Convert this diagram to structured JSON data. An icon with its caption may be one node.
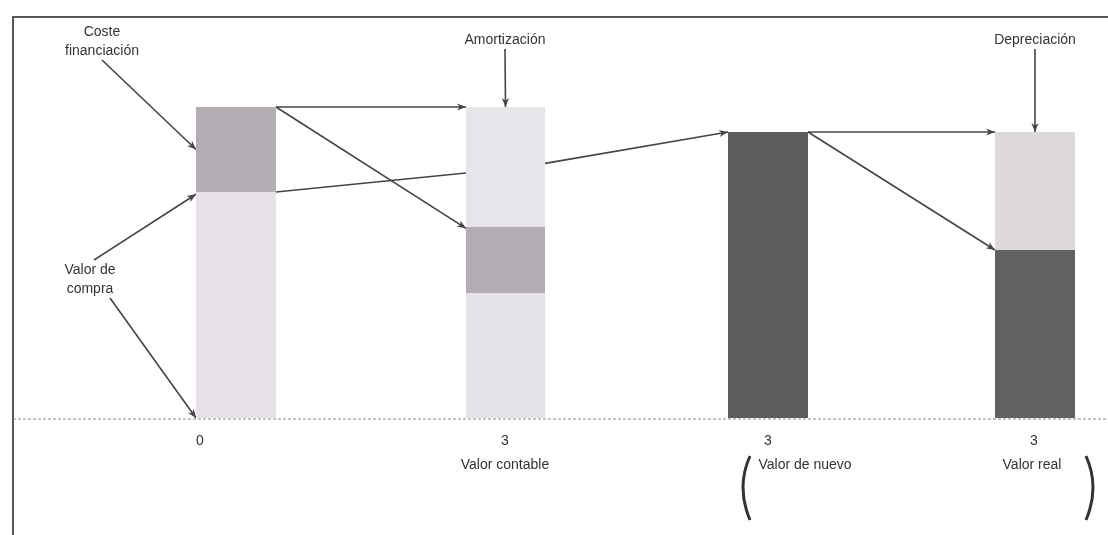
{
  "diagram": {
    "nodes": [
      {
        "text": [
          "Coste financiación"
        ]
      },
      {
        "text": [
          "Amortización"
        ]
      },
      {
        "text": [
          "Depreciación"
        ]
      },
      {
        "text": [
          "Valor de compra"
        ]
      },
      {
        "text": [],
        "shape": "bar"
      },
      {
        "text": [],
        "shape": "bar"
      },
      {
        "text": [],
        "shape": "bar"
      },
      {
        "text": [],
        "shape": "bar"
      },
      {
        "text": [],
        "shape": "bar"
      },
      {
        "text": [],
        "shape": "bar"
      },
      {
        "text": [],
        "shape": "bar"
      },
      {
        "text": [],
        "shape": "bar"
      }
    ],
    "edges": [
      {
        "from": 0,
        "to": 4,
        "arrow": "to"
      },
      {
        "from": 1,
        "to": 6,
        "arrow": "to"
      },
      {
        "from": 2,
        "to": 10,
        "arrow": "to"
      },
      {
        "from": 3,
        "to": 5,
        "arrow": "to"
      },
      {
        "from": 3,
        "to": 5,
        "arrow": "to"
      },
      {
        "from": 4,
        "to": 6,
        "arrow": "to"
      },
      {
        "from": 4,
        "to": 7,
        "arrow": "to"
      },
      {
        "from": 5,
        "to": 6,
        "arrow": "none"
      },
      {
        "from": 6,
        "to": 9,
        "arrow": "to"
      },
      {
        "from": 9,
        "to": 10,
        "arrow": "to"
      },
      {
        "from": 9,
        "to": 11,
        "arrow": "to"
      }
    ],
    "labels": [
      "0",
      "3",
      "Valor contable",
      "3",
      "Valor de nuevo",
      "3",
      "Valor real"
    ]
  }
}
